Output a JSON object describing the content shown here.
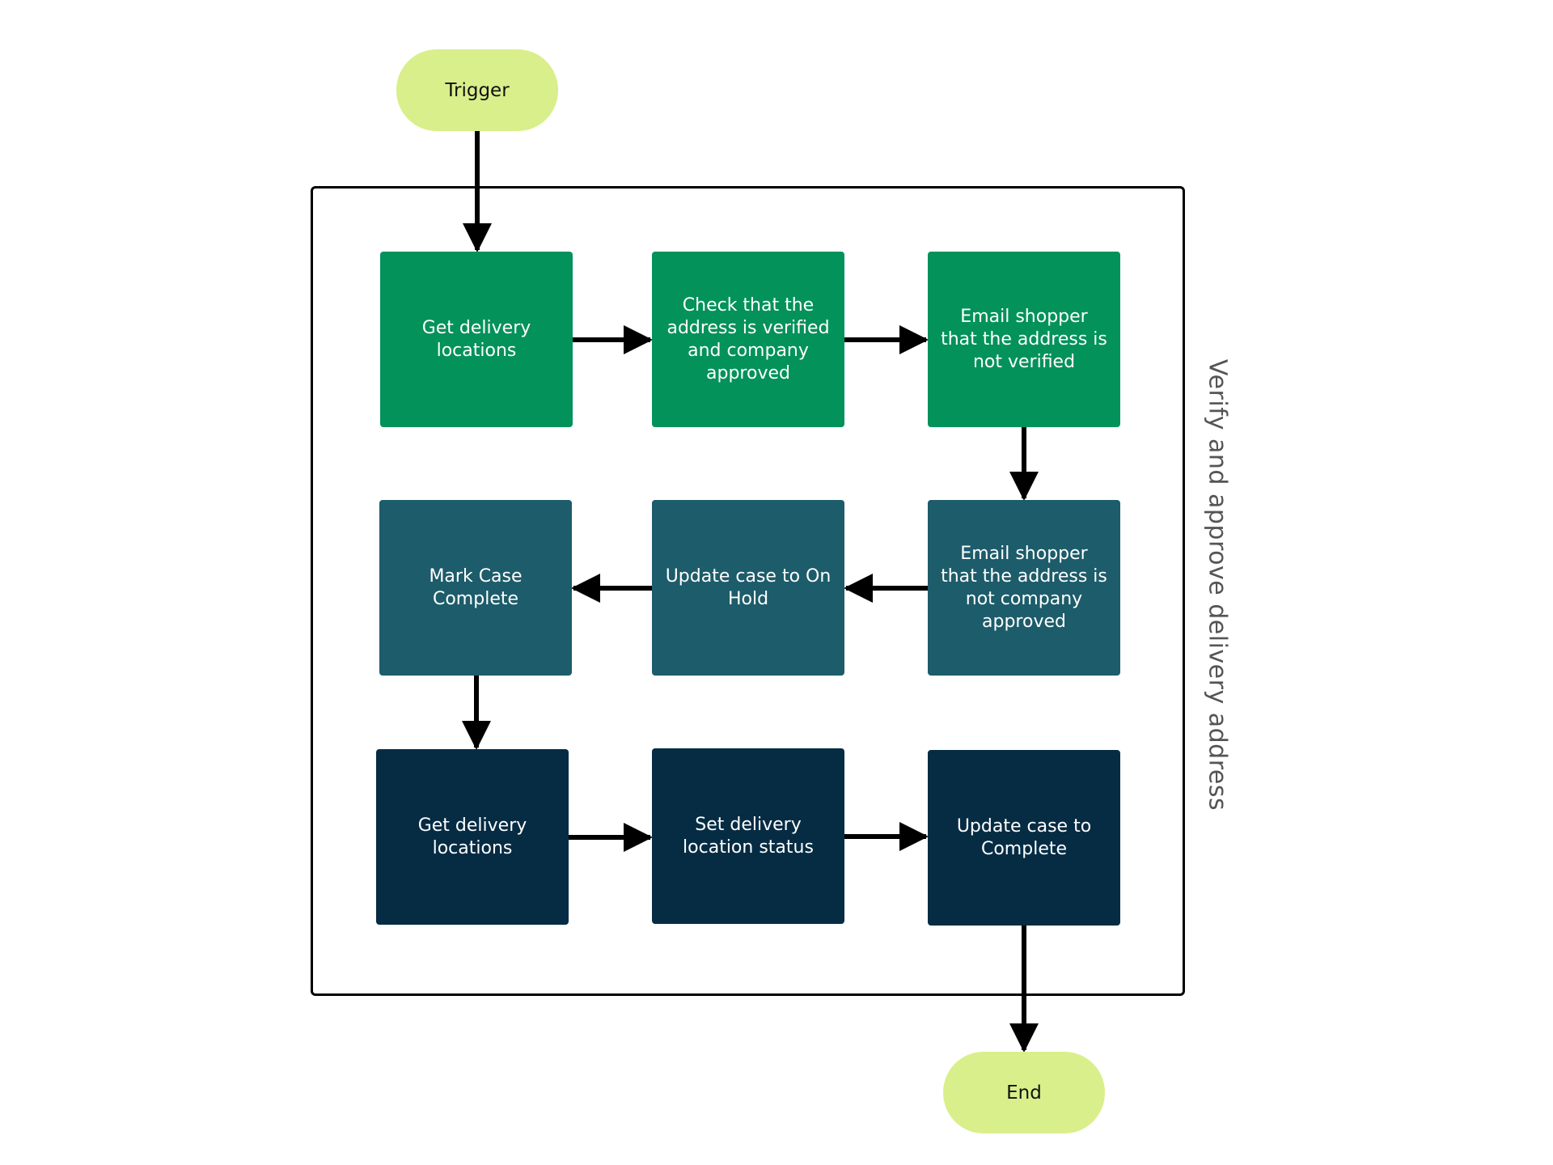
{
  "colors": {
    "terminal": "#d9ef8b",
    "row1": "#03925a",
    "row2": "#1d5c6a",
    "row3": "#062c44",
    "edge": "#000000"
  },
  "lane": {
    "label": "Verify and approve delivery address"
  },
  "terminals": {
    "start": "Trigger",
    "end": "End"
  },
  "steps": [
    {
      "id": "s1",
      "label": "Get delivery locations"
    },
    {
      "id": "s2",
      "label": "Check that the address is verified and company approved"
    },
    {
      "id": "s3",
      "label": "Email shopper that the address is not verified"
    },
    {
      "id": "s4",
      "label": "Email shopper that the address is not company approved"
    },
    {
      "id": "s5",
      "label": "Update case to On Hold"
    },
    {
      "id": "s6",
      "label": "Mark Case Complete"
    },
    {
      "id": "s7",
      "label": "Get delivery locations"
    },
    {
      "id": "s8",
      "label": "Set delivery location status"
    },
    {
      "id": "s9",
      "label": "Update case to Complete"
    }
  ],
  "edges": [
    {
      "from": "start",
      "to": "s1"
    },
    {
      "from": "s1",
      "to": "s2"
    },
    {
      "from": "s2",
      "to": "s3"
    },
    {
      "from": "s3",
      "to": "s4"
    },
    {
      "from": "s4",
      "to": "s5"
    },
    {
      "from": "s5",
      "to": "s6"
    },
    {
      "from": "s6",
      "to": "s7"
    },
    {
      "from": "s7",
      "to": "s8"
    },
    {
      "from": "s8",
      "to": "s9"
    },
    {
      "from": "s9",
      "to": "end"
    }
  ]
}
